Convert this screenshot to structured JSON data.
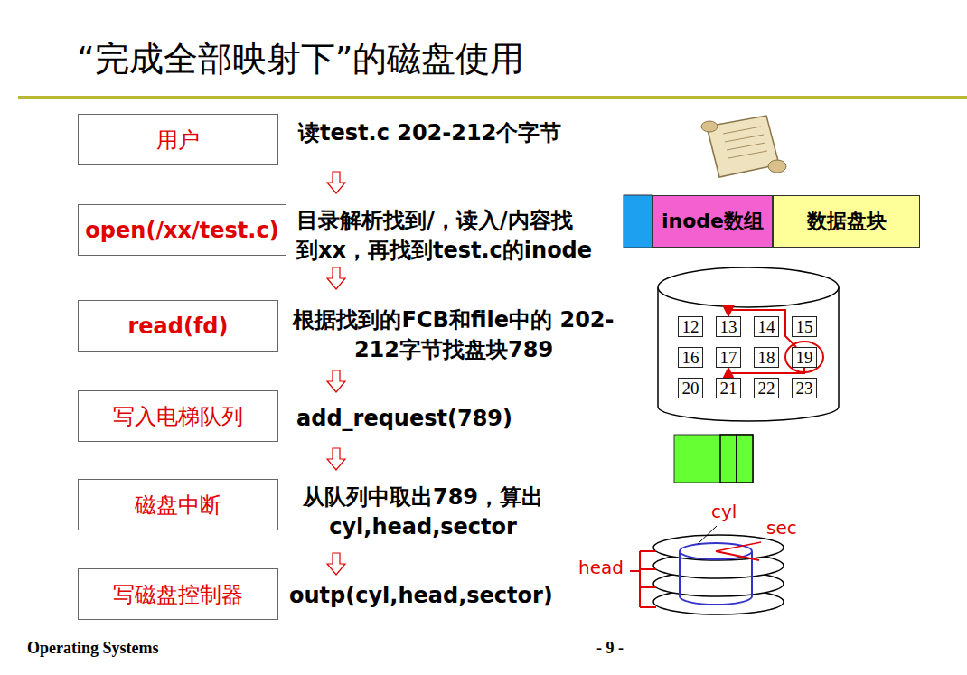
{
  "diagram": {
    "title": "“完成全部映射下”的磁盘使用",
    "nodes": [
      {
        "text": [
          "用户"
        ]
      },
      {
        "text": [
          "open(/xx/test.c)"
        ]
      },
      {
        "text": [
          "read(fd)"
        ]
      },
      {
        "text": [
          "写入电梯队列"
        ]
      },
      {
        "text": [
          "磁盘中断"
        ]
      },
      {
        "text": [
          "写磁盘控制器"
        ]
      },
      {
        "text": [
          "inode数组"
        ]
      },
      {
        "text": [
          "数据盘块"
        ]
      },
      {
        "text": [
          "12"
        ]
      },
      {
        "text": [
          "13"
        ]
      },
      {
        "text": [
          "14"
        ]
      },
      {
        "text": [
          "15"
        ]
      },
      {
        "text": [
          "16"
        ]
      },
      {
        "text": [
          "17"
        ]
      },
      {
        "text": [
          "18"
        ]
      },
      {
        "text": [
          "19"
        ]
      },
      {
        "text": [
          "20"
        ]
      },
      {
        "text": [
          "21"
        ]
      },
      {
        "text": [
          "22"
        ]
      },
      {
        "text": [
          "23"
        ]
      }
    ],
    "edges": [
      {
        "from": 15,
        "to": 9,
        "arrow": "to"
      },
      {
        "from": 15,
        "to": 13,
        "arrow": "to"
      }
    ],
    "labels": [
      "读test.c 202-212个字节",
      "目录解析找到/，读入/内容找 到xx，再找到test.c的inode",
      "根据找到的FCB和file中的 202-212字节找盘块789",
      "add_request(789)",
      "从队列中取出789，算出 cyl,head,sector",
      "outp(cyl,head,sector)",
      "cyl",
      "sec",
      "head",
      "Operating Systems",
      "- 9 -"
    ]
  }
}
